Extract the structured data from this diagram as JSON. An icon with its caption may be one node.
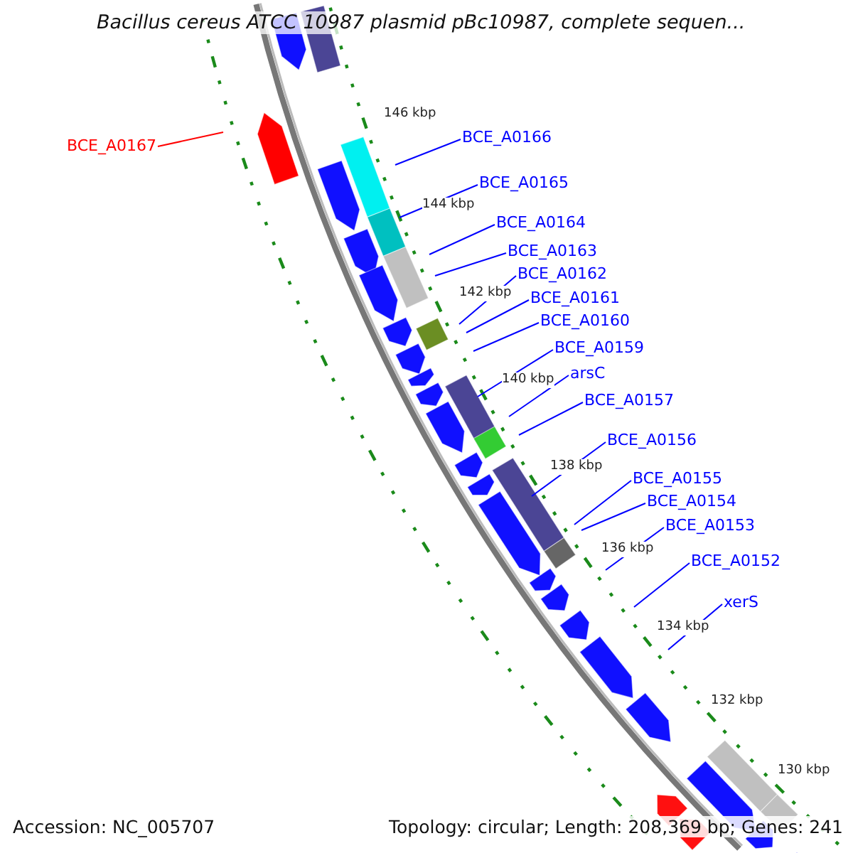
{
  "diagram": {
    "title": "Bacillus cereus ATCC 10987 plasmid pBc10987, complete sequen...",
    "nodes": [
      {
        "text": [
          "BCE_A0167"
        ]
      },
      {
        "text": [
          "BCE_A0166"
        ]
      },
      {
        "text": [
          "BCE_A0165"
        ]
      },
      {
        "text": [
          "BCE_A0164"
        ]
      },
      {
        "text": [
          "BCE_A0163"
        ]
      },
      {
        "text": [
          "BCE_A0162"
        ]
      },
      {
        "text": [
          "BCE_A0161"
        ]
      },
      {
        "text": [
          "BCE_A0160"
        ]
      },
      {
        "text": [
          "BCE_A0159"
        ]
      },
      {
        "text": [
          "arsC"
        ]
      },
      {
        "text": [
          "BCE_A0157"
        ]
      },
      {
        "text": [
          "BCE_A0156"
        ]
      },
      {
        "text": [
          "BCE_A0155"
        ]
      },
      {
        "text": [
          "BCE_A0154"
        ]
      },
      {
        "text": [
          "BCE_A0153"
        ]
      },
      {
        "text": [
          "BCE_A0152"
        ]
      },
      {
        "text": [
          "xerS"
        ]
      }
    ],
    "edges": [
      {
        "from": 0,
        "to": null,
        "arrow": "none",
        "color": "#ff0000"
      },
      {
        "from": 1,
        "to": null,
        "arrow": "none"
      },
      {
        "from": 2,
        "to": null,
        "arrow": "none"
      },
      {
        "from": 3,
        "to": null,
        "arrow": "none"
      },
      {
        "from": 4,
        "to": null,
        "arrow": "none"
      },
      {
        "from": 5,
        "to": null,
        "arrow": "none"
      },
      {
        "from": 6,
        "to": null,
        "arrow": "none"
      },
      {
        "from": 7,
        "to": null,
        "arrow": "none"
      },
      {
        "from": 8,
        "to": null,
        "arrow": "none"
      },
      {
        "from": 9,
        "to": null,
        "arrow": "none"
      },
      {
        "from": 10,
        "to": null,
        "arrow": "none"
      },
      {
        "from": 11,
        "to": null,
        "arrow": "none"
      },
      {
        "from": 12,
        "to": null,
        "arrow": "none"
      },
      {
        "from": 13,
        "to": null,
        "arrow": "none"
      },
      {
        "from": 14,
        "to": null,
        "arrow": "none"
      },
      {
        "from": 15,
        "to": null,
        "arrow": "none"
      },
      {
        "from": 16,
        "to": null,
        "arrow": "none"
      }
    ],
    "labels": [
      "146 kbp",
      "144 kbp",
      "142 kbp",
      "140 kbp",
      "138 kbp",
      "136 kbp",
      "134 kbp",
      "132 kbp",
      "130 kbp",
      "Accession: NC_005707",
      "Topology: circular; Length: 208,369 bp; Genes: 241"
    ]
  }
}
